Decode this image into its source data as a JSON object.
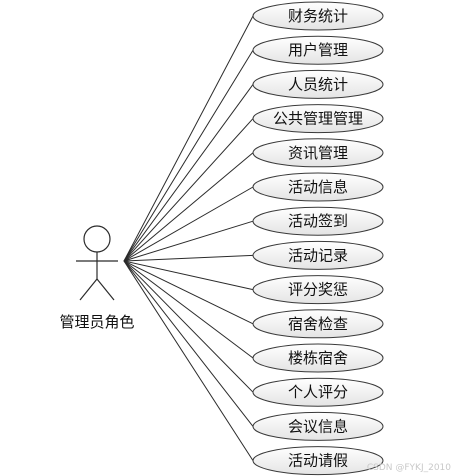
{
  "actor": {
    "label": "管理员角色"
  },
  "use_cases": [
    {
      "label": "财务统计"
    },
    {
      "label": "用户管理"
    },
    {
      "label": "人员统计"
    },
    {
      "label": "公共管理管理"
    },
    {
      "label": "资讯管理"
    },
    {
      "label": "活动信息"
    },
    {
      "label": "活动签到"
    },
    {
      "label": "活动记录"
    },
    {
      "label": "评分奖惩"
    },
    {
      "label": "宿舍检查"
    },
    {
      "label": "楼栋宿舍"
    },
    {
      "label": "个人评分"
    },
    {
      "label": "会议信息"
    },
    {
      "label": "活动请假"
    }
  ],
  "watermark": "CSDN @FYKJ_2010",
  "colors": {
    "line": "#2b2b2b",
    "ellipse_stroke": "#3a3a3a",
    "ellipse_fill_top": "#ffffff",
    "ellipse_fill_bottom": "#e4e4e4"
  }
}
